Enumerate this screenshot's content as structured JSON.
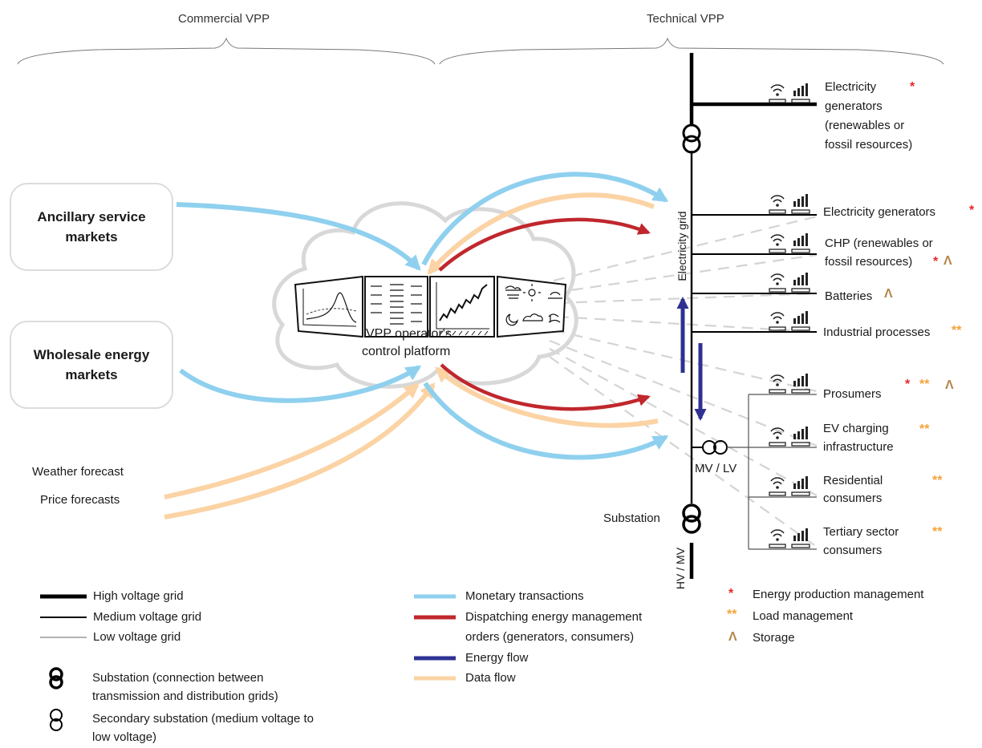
{
  "headers": {
    "commercial": "Commercial VPP",
    "technical": "Technical VPP"
  },
  "markets": {
    "ancillary": "Ancillary service markets",
    "wholesale": "Wholesale energy markets"
  },
  "forecasts": {
    "weather": "Weather forecast",
    "price": "Price forecasts"
  },
  "platform": {
    "line1": "VPP operator's",
    "line2": "control platform"
  },
  "grid": {
    "electricity_grid": "Electricity grid",
    "substation": "Substation",
    "hv_mv": "HV / MV",
    "mv_lv": "MV / LV"
  },
  "assets": {
    "gen1_line1": "Electricity",
    "gen1_line2": "generators",
    "gen1_line3": "(renewables or",
    "gen1_line4": "fossil resources)",
    "gen2": "Electricity generators",
    "chp_line1": "CHP (renewables or",
    "chp_line2": "fossil resources)",
    "batteries": "Batteries",
    "industrial": "Industrial processes",
    "prosumers": "Prosumers",
    "ev_line1": "EV charging",
    "ev_line2": "infrastructure",
    "res_line1": "Residential",
    "res_line2": "consumers",
    "ter_line1": "Tertiary sector",
    "ter_line2": "consumers"
  },
  "markers": {
    "single": "*",
    "double": "**",
    "caret": "Λ"
  },
  "legend": {
    "hv": "High voltage grid",
    "mv": "Medium voltage grid",
    "lv": "Low voltage grid",
    "substation_line1": "Substation (connection between",
    "substation_line2": "transmission and distribution grids)",
    "secondary_line1": "Secondary substation (medium voltage to",
    "secondary_line2": "low voltage)",
    "monetary": "Monetary transactions",
    "dispatch_line1": "Dispatching energy management",
    "dispatch_line2": "orders (generators, consumers)",
    "energy": "Energy flow",
    "data": "Data flow",
    "production": "Energy production management",
    "load": "Load management",
    "storage": "Storage"
  },
  "colors": {
    "monetary": "#8fd0ee",
    "dispatch": "#c0272d",
    "energy": "#2e3192",
    "data": "#fbd3a4",
    "single_marker": "#e8262b",
    "double_marker": "#f5a23a",
    "caret_marker": "#b4874c"
  }
}
